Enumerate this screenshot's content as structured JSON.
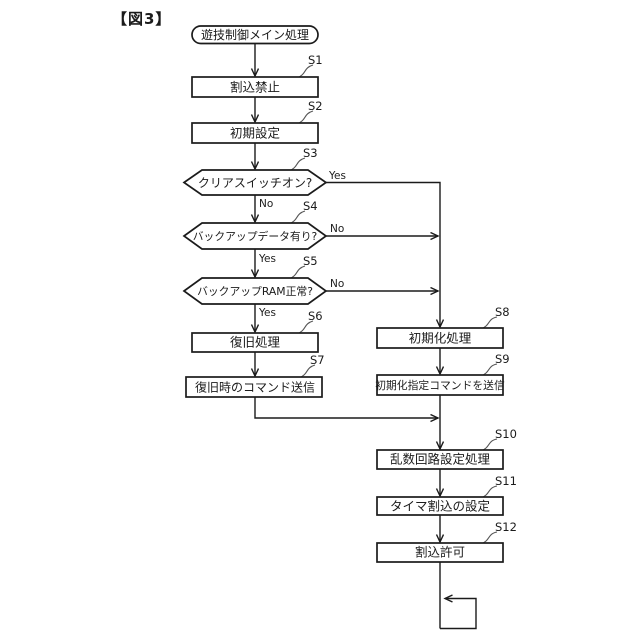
{
  "figure_title": "【図3】",
  "flowchart": {
    "start": {
      "label": "遊技制御メイン処理",
      "type": "terminal"
    },
    "s1": {
      "id": "S1",
      "label": "割込禁止",
      "type": "process"
    },
    "s2": {
      "id": "S2",
      "label": "初期設定",
      "type": "process"
    },
    "s3": {
      "id": "S3",
      "label": "クリアスイッチオン?",
      "type": "decision",
      "branch_right": "Yes",
      "branch_down": "No"
    },
    "s4": {
      "id": "S4",
      "label": "バックアップデータ有り?",
      "type": "decision",
      "branch_right": "No",
      "branch_down": "Yes"
    },
    "s5": {
      "id": "S5",
      "label": "バックアップRAM正常?",
      "type": "decision",
      "branch_right": "No",
      "branch_down": "Yes"
    },
    "s6": {
      "id": "S6",
      "label": "復旧処理",
      "type": "process"
    },
    "s7": {
      "id": "S7",
      "label": "復旧時のコマンド送信",
      "type": "process"
    },
    "s8": {
      "id": "S8",
      "label": "初期化処理",
      "type": "process"
    },
    "s9": {
      "id": "S9",
      "label": "初期化指定コマンドを送信",
      "type": "process"
    },
    "s10": {
      "id": "S10",
      "label": "乱数回路設定処理",
      "type": "process"
    },
    "s11": {
      "id": "S11",
      "label": "タイマ割込の設定",
      "type": "process"
    },
    "s12": {
      "id": "S12",
      "label": "割込許可",
      "type": "process"
    }
  },
  "colors": {
    "ink": "#1b1b1b",
    "background": "#ffffff"
  }
}
